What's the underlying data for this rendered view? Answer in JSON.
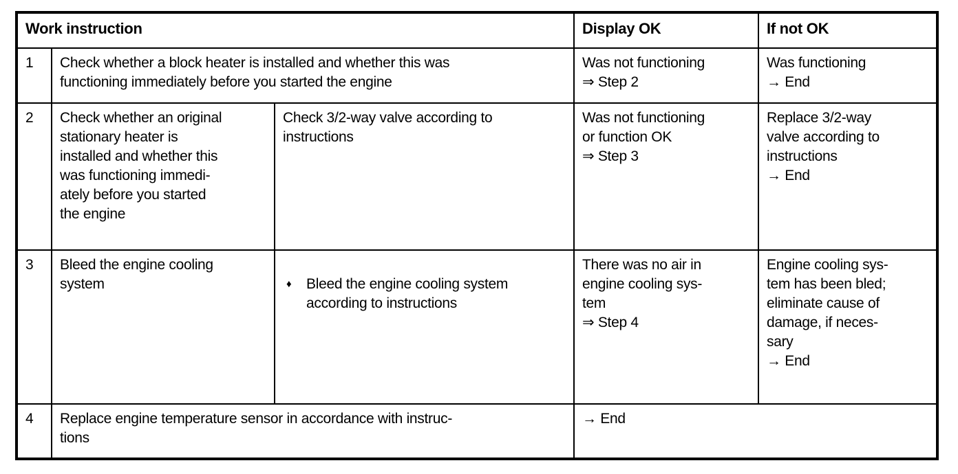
{
  "page": {
    "background": "#ffffff",
    "border_color": "#000000",
    "text_color": "#000000"
  },
  "icons": {
    "bullet_diamond": "♦",
    "step_arrow": "⇒",
    "end_arrow": "→"
  },
  "table": {
    "headers": {
      "work_instruction": "Work instruction",
      "display_ok": "Display OK",
      "if_not_ok": "If not OK"
    },
    "rows": [
      {
        "num": "1",
        "work": "Check whether a block heater is installed and whether this was\nfunctioning immediately before you started the engine",
        "display_ok": "Was not functioning\n⇒ Step 2",
        "if_not_ok": "Was functioning\n→ End"
      },
      {
        "num": "2",
        "work_left": "Check whether an original\nstationary heater is\ninstalled and whether this\nwas functioning immedi-\nately before you started\nthe engine",
        "work_right": "Check 3/2-way valve according to\ninstructions",
        "display_ok": "Was not functioning\nor function OK\n⇒ Step 3",
        "if_not_ok": "Replace 3/2-way\nvalve according to\ninstructions\n→ End"
      },
      {
        "num": "3",
        "work_left": "Bleed the engine cooling\nsystem",
        "bullet": "♦",
        "work_right": "Bleed the engine cooling system\naccording to instructions",
        "display_ok": "There was no air in\nengine cooling sys-\ntem\n⇒ Step 4",
        "if_not_ok": "Engine cooling sys-\ntem has been bled;\neliminate cause of\ndamage, if neces-\nsary\n→ End"
      },
      {
        "num": "4",
        "work": "Replace engine temperature sensor in accordance with instruc-\ntions",
        "result": "→ End"
      }
    ]
  }
}
